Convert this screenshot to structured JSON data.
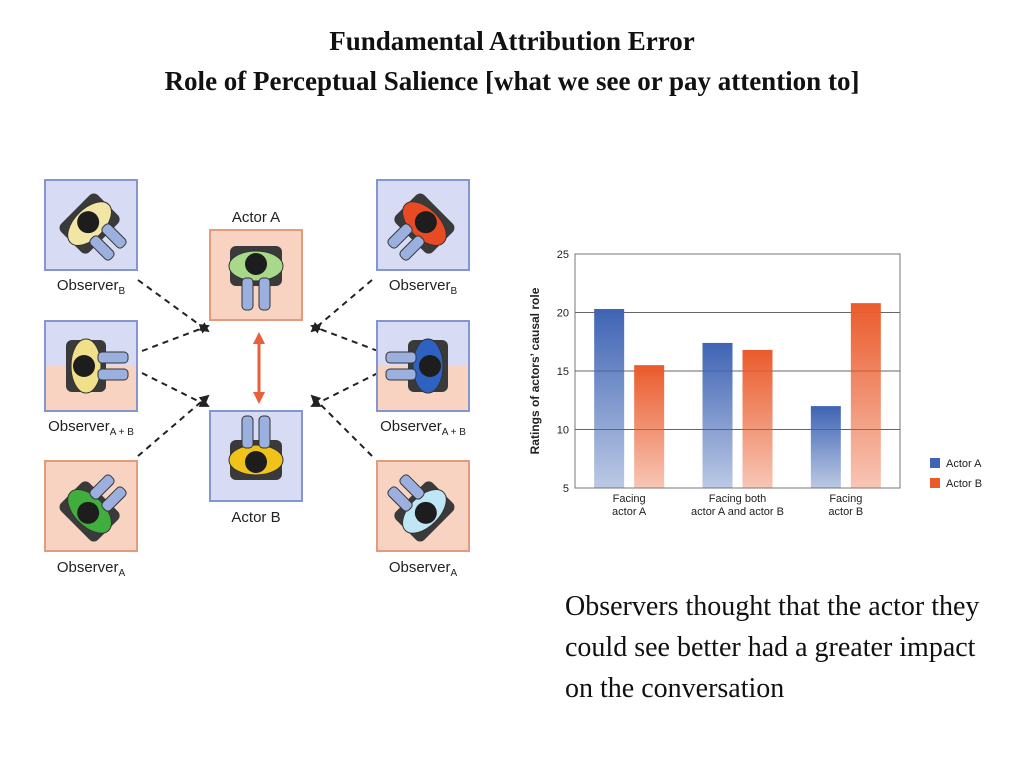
{
  "slide": {
    "title": "Fundamental Attribution Error",
    "subtitle": "Role of  Perceptual Salience [what we see or pay attention to]",
    "caption": "Observers thought that the actor they could see better had a greater impact on the conversation"
  },
  "diagram": {
    "actor_a_label": "Actor A",
    "actor_b_label": "Actor B",
    "observer_word": "Observer",
    "sub_b": "B",
    "sub_ab": "A + B",
    "sub_a": "A",
    "colors": {
      "blue_panel": "#d7dcf4",
      "blue_border": "#8596cf",
      "salmon_panel": "#f9d3c2",
      "salmon_border": "#e39a7d",
      "arrow_red": "#e8603a"
    },
    "figures": {
      "observer_b_left": "#f2e6a5",
      "observer_b_right": "#e84a24",
      "observer_ab_left": "#f0e08a",
      "observer_ab_right": "#2f62c0",
      "observer_a_left": "#3fae3c",
      "observer_a_right": "#bfe6f5",
      "actor_a": "#a8d98a",
      "actor_b": "#f0c21a"
    }
  },
  "chart_data": {
    "type": "bar",
    "categories": [
      "Facing actor A",
      "Facing both actor A and actor B",
      "Facing actor B"
    ],
    "category_lines": [
      [
        "Facing",
        "actor A"
      ],
      [
        "Facing both",
        "actor A and actor B"
      ],
      [
        "Facing",
        "actor B"
      ]
    ],
    "series": [
      {
        "name": "Actor A",
        "values": [
          20.3,
          17.4,
          12.0
        ],
        "color": "#3f64b4"
      },
      {
        "name": "Actor B",
        "values": [
          15.5,
          16.8,
          20.8
        ],
        "color": "#ea5b2c"
      }
    ],
    "ylabel": "Ratings of actors’ causal role",
    "ylim": [
      5,
      25
    ],
    "yticks": [
      5,
      10,
      15,
      20,
      25
    ],
    "grid": true,
    "legend_position": "right"
  }
}
